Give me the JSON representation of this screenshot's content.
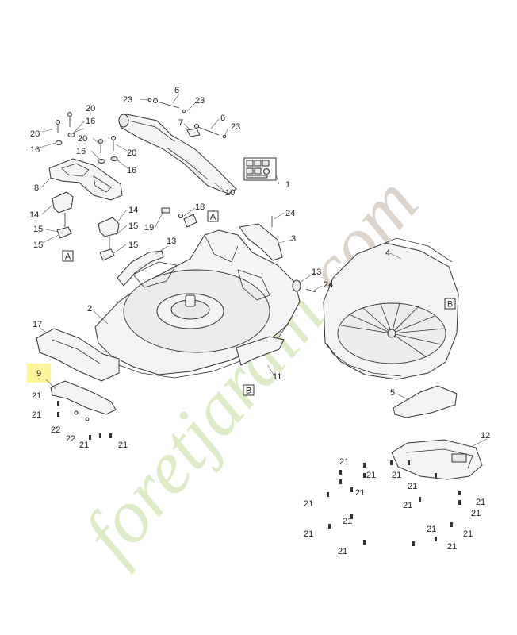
{
  "watermark": {
    "text": "foretjardin.com",
    "green": "#c9e0a8",
    "brown": "#c9bcae"
  },
  "highlight": {
    "label": "9",
    "color": "#fdf59a"
  },
  "ref_boxes": [
    {
      "id": "A",
      "label": "A"
    },
    {
      "id": "A2",
      "label": "A"
    },
    {
      "id": "B",
      "label": "B"
    },
    {
      "id": "B2",
      "label": "B"
    }
  ],
  "callouts": [
    {
      "id": "c23a",
      "text": "23"
    },
    {
      "id": "c6a",
      "text": "6"
    },
    {
      "id": "c23b",
      "text": "23"
    },
    {
      "id": "c7",
      "text": "7"
    },
    {
      "id": "c6b",
      "text": "6"
    },
    {
      "id": "c23c",
      "text": "23"
    },
    {
      "id": "c20a",
      "text": "20"
    },
    {
      "id": "c16a",
      "text": "16"
    },
    {
      "id": "c20b",
      "text": "20"
    },
    {
      "id": "c16b",
      "text": "16"
    },
    {
      "id": "c20c",
      "text": "20"
    },
    {
      "id": "c16c",
      "text": "16"
    },
    {
      "id": "c20d",
      "text": "20"
    },
    {
      "id": "c16d",
      "text": "16"
    },
    {
      "id": "c8",
      "text": "8"
    },
    {
      "id": "c10",
      "text": "10"
    },
    {
      "id": "c1",
      "text": "1"
    },
    {
      "id": "c14a",
      "text": "14"
    },
    {
      "id": "c15a",
      "text": "15"
    },
    {
      "id": "c15b",
      "text": "15"
    },
    {
      "id": "c14b",
      "text": "14"
    },
    {
      "id": "c15c",
      "text": "15"
    },
    {
      "id": "c15d",
      "text": "15"
    },
    {
      "id": "c18",
      "text": "18"
    },
    {
      "id": "c19",
      "text": "19"
    },
    {
      "id": "c13a",
      "text": "13"
    },
    {
      "id": "c24a",
      "text": "24"
    },
    {
      "id": "c3",
      "text": "3"
    },
    {
      "id": "c13b",
      "text": "13"
    },
    {
      "id": "c24b",
      "text": "24"
    },
    {
      "id": "c2",
      "text": "2"
    },
    {
      "id": "c17",
      "text": "17"
    },
    {
      "id": "c11",
      "text": "11"
    },
    {
      "id": "c4",
      "text": "4"
    },
    {
      "id": "c5",
      "text": "5"
    },
    {
      "id": "c12",
      "text": "12"
    },
    {
      "id": "c21a",
      "text": "21"
    },
    {
      "id": "c21b",
      "text": "21"
    },
    {
      "id": "c22a",
      "text": "22"
    },
    {
      "id": "c22b",
      "text": "22"
    },
    {
      "id": "c21c",
      "text": "21"
    },
    {
      "id": "c21d",
      "text": "21"
    },
    {
      "id": "c21e",
      "text": "21"
    },
    {
      "id": "c21f",
      "text": "21"
    },
    {
      "id": "c21g",
      "text": "21"
    },
    {
      "id": "c21h",
      "text": "21"
    },
    {
      "id": "c21i",
      "text": "21"
    },
    {
      "id": "c21j",
      "text": "21"
    },
    {
      "id": "c21k",
      "text": "21"
    },
    {
      "id": "c21l",
      "text": "21"
    },
    {
      "id": "c21m",
      "text": "21"
    },
    {
      "id": "c21n",
      "text": "21"
    },
    {
      "id": "c21o",
      "text": "21"
    },
    {
      "id": "c21p",
      "text": "21"
    },
    {
      "id": "c21q",
      "text": "21"
    },
    {
      "id": "c21r",
      "text": "21"
    },
    {
      "id": "c21s",
      "text": "21"
    }
  ]
}
